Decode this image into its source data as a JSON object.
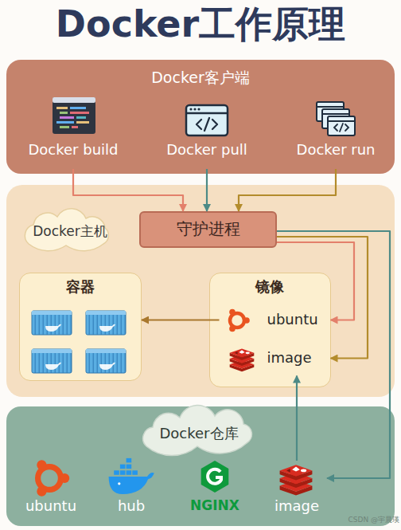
{
  "diagram": {
    "title": "Docker工作原理",
    "nodes": [
      {
        "text": [
          "Docker客户端"
        ]
      },
      {
        "text": [
          "Docker build"
        ],
        "in": 0
      },
      {
        "text": [
          "Docker pull"
        ],
        "in": 0
      },
      {
        "text": [
          "Docker run"
        ],
        "in": 0
      },
      {
        "text": [
          "Docker主机"
        ]
      },
      {
        "text": [
          "守护进程"
        ],
        "in": 4
      },
      {
        "text": [
          "容器"
        ],
        "in": 4
      },
      {
        "text": [
          "镜像"
        ],
        "in": 4
      },
      {
        "text": [
          "ubuntu"
        ],
        "in": 7
      },
      {
        "text": [
          "image"
        ],
        "in": 7
      },
      {
        "text": [
          "Docker仓库"
        ]
      },
      {
        "text": [
          "ubuntu"
        ],
        "in": 10
      },
      {
        "text": [
          "hub"
        ],
        "in": 10
      },
      {
        "text": [
          "NGINX"
        ],
        "in": 10
      },
      {
        "text": [
          "image"
        ],
        "in": 10
      }
    ],
    "edges": [
      {
        "from": 1,
        "to": 5,
        "arrow": "to"
      },
      {
        "from": 2,
        "to": 5,
        "arrow": "to"
      },
      {
        "from": 3,
        "to": 5,
        "arrow": "to"
      },
      {
        "from": 5,
        "to": 8,
        "arrow": "to"
      },
      {
        "from": 5,
        "to": 9,
        "arrow": "to"
      },
      {
        "from": 5,
        "to": 14,
        "arrow": "to"
      },
      {
        "from": 8,
        "to": 6,
        "arrow": "to"
      },
      {
        "from": 14,
        "to": 9,
        "arrow": "to"
      }
    ],
    "labels": [
      "CSDN @宇晨瑛"
    ]
  }
}
